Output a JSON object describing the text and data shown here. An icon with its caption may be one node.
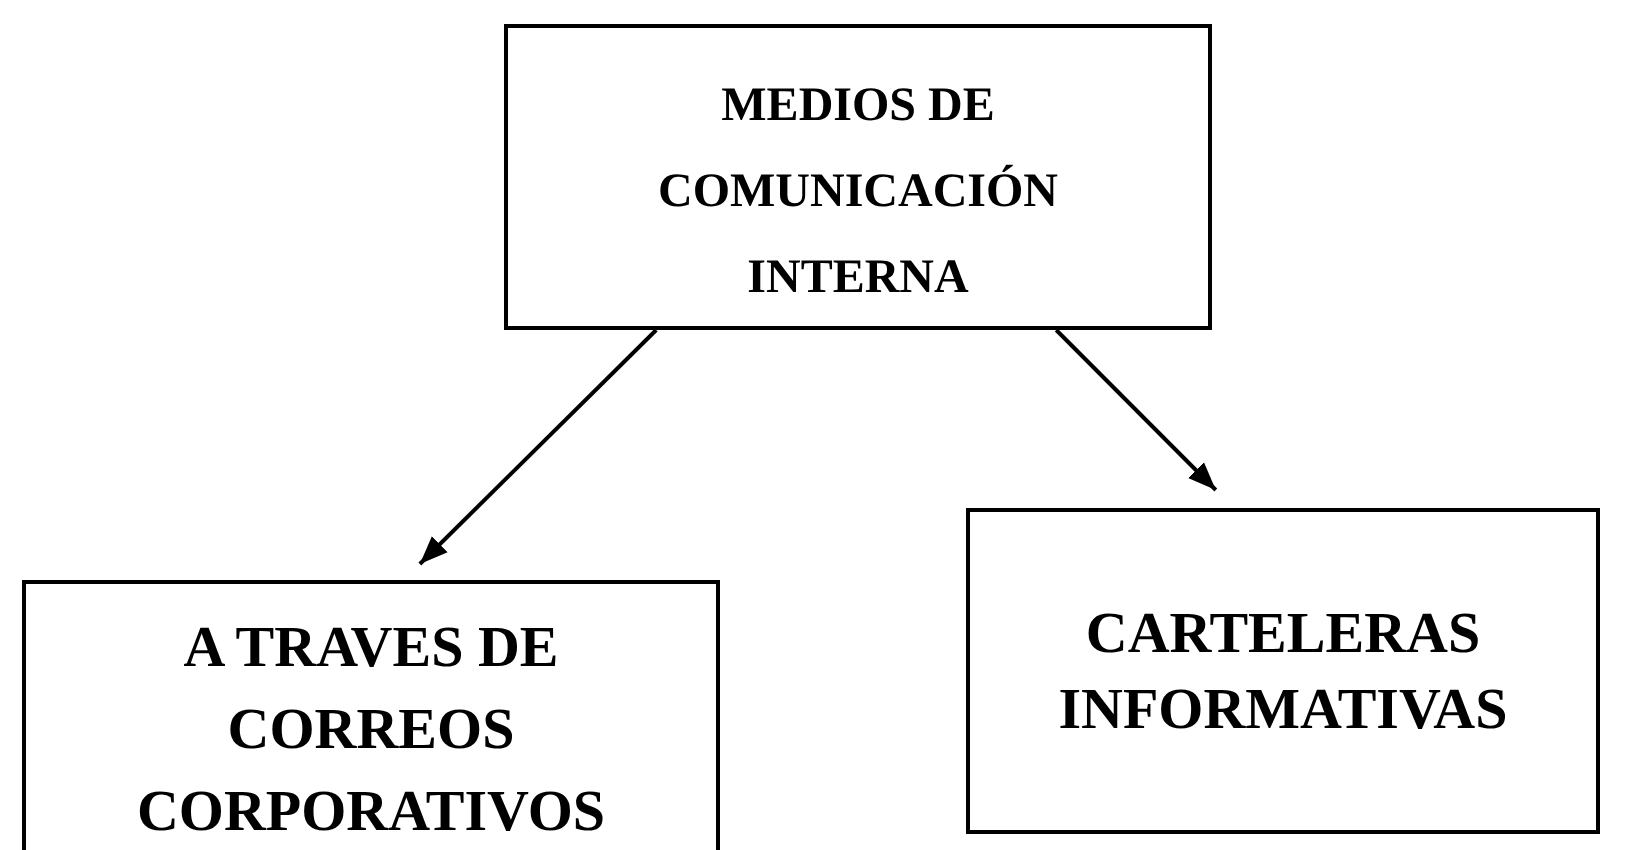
{
  "diagram": {
    "nodes": [
      {
        "text": [
          "MEDIOS DE COMUNICACIÓN INTERNA"
        ]
      },
      {
        "text": [
          "A TRAVES DE CORREOS CORPORATIVOS"
        ]
      },
      {
        "text": [
          "CARTELERAS INFORMATIVAS"
        ]
      }
    ],
    "edges": [
      {
        "from": 0,
        "to": 1,
        "arrow": "to"
      },
      {
        "from": 0,
        "to": 2,
        "arrow": "to"
      }
    ]
  }
}
